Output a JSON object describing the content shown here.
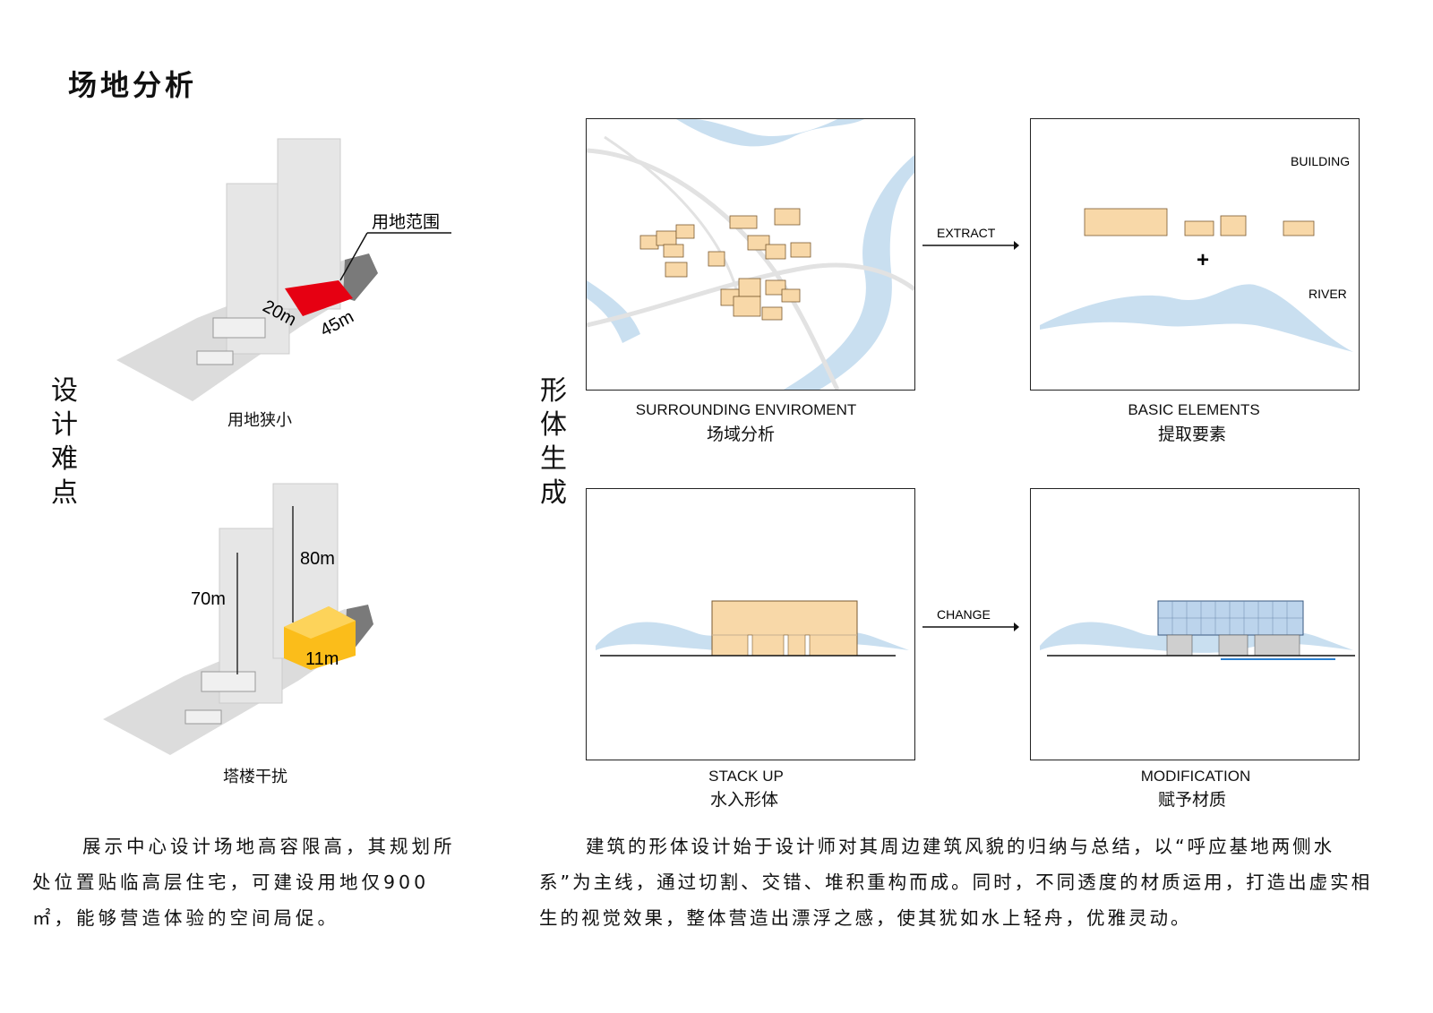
{
  "page": {
    "title": "场地分析",
    "difficulty_label": "设计难点",
    "form_label": "形体生成"
  },
  "left": {
    "callout": "用地范围",
    "dim_width": "20m",
    "dim_length": "45m",
    "caption_top": "用地狭小",
    "height_a": "70m",
    "height_b": "80m",
    "height_c": "11m",
    "caption_bottom": "塔楼干扰"
  },
  "panels": {
    "p1": {
      "en": "SURROUNDING ENVIROMENT",
      "cn": "场域分析"
    },
    "p2": {
      "en": "BASIC ELEMENTS",
      "cn": "提取要素",
      "label_building": "BUILDING",
      "label_river": "RIVER",
      "plus": "+"
    },
    "p3": {
      "en": "STACK UP",
      "cn": "水入形体"
    },
    "p4": {
      "en": "MODIFICATION",
      "cn": "赋予材质"
    },
    "arrow_top": "EXTRACT",
    "arrow_bottom": "CHANGE"
  },
  "text": {
    "left_para": "展示中心设计场地高容限高，其规划所处位置贴临高层住宅，可建设用地仅900㎡，能够营造体验的空间局促。",
    "right_para": "建筑的形体设计始于设计师对其周边建筑风貌的归纳与总结，以“呼应基地两侧水系”为主线，通过切割、交错、堆积重构而成。同时，不同透度的材质运用，打造出虚实相生的视觉效果，整体营造出漂浮之感，使其犹如水上轻舟，优雅灵动。"
  },
  "colors": {
    "site_red": "#e60012",
    "volume_yellow": "#fbbd1a",
    "building_tan": "#f8d8a8",
    "water_blue": "#c9dff0",
    "glass_blue": "#bcd4ec",
    "mass_grey": "#e3e3e3"
  }
}
